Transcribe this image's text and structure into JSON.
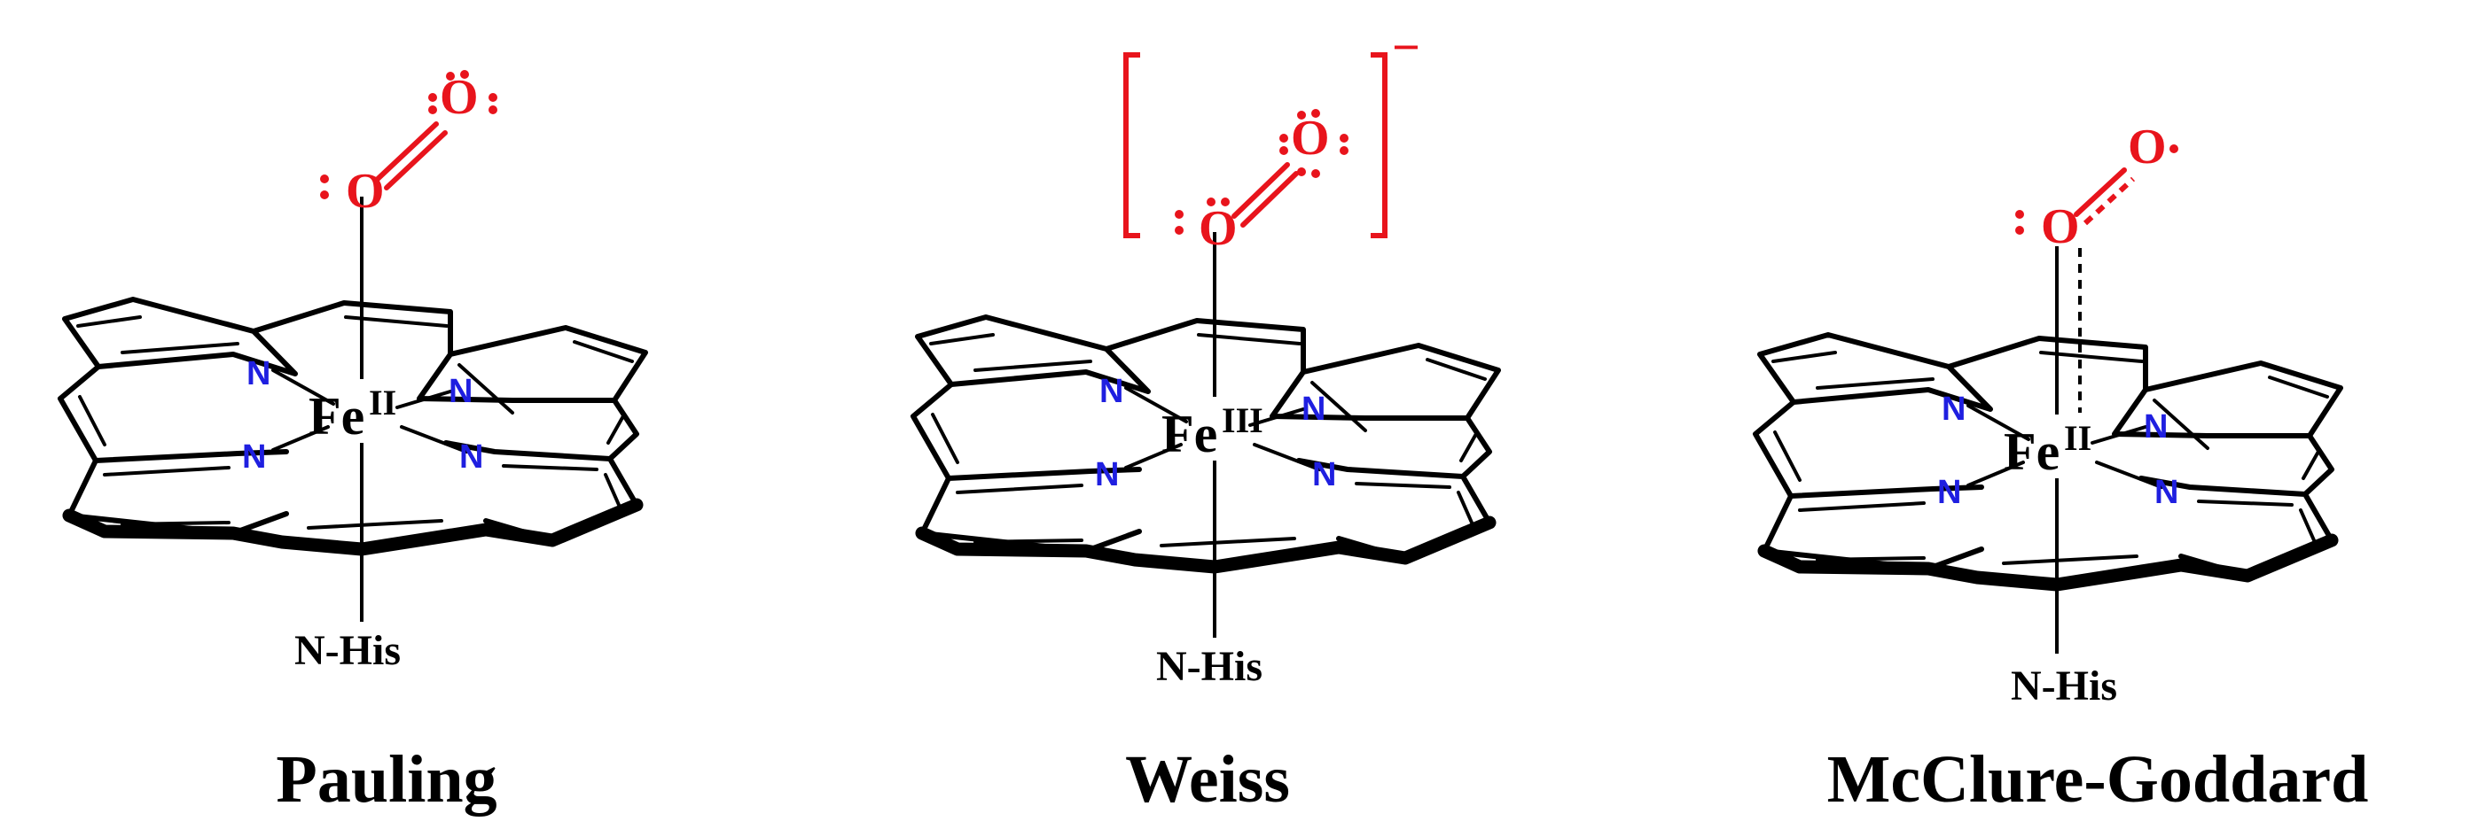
{
  "structures": [
    {
      "id": "pauling",
      "caption": "Pauling",
      "metal": "Fe",
      "oxidation": "II",
      "axial_ligand": "N-His",
      "pyrrole_nitrogen": "N",
      "oxygen": "O"
    },
    {
      "id": "weiss",
      "caption": "Weiss",
      "metal": "Fe",
      "oxidation": "III",
      "axial_ligand": "N-His",
      "pyrrole_nitrogen": "N",
      "oxygen": "O",
      "charge": "−"
    },
    {
      "id": "mcclure-goddard",
      "caption": "McClure-Goddard",
      "metal": "Fe",
      "oxidation": "II",
      "axial_ligand": "N-His",
      "pyrrole_nitrogen": "N",
      "oxygen": "O"
    }
  ],
  "colors": {
    "oxygen": "#e8141c",
    "nitrogen": "#1f1fe0",
    "bonds": "#000000"
  }
}
